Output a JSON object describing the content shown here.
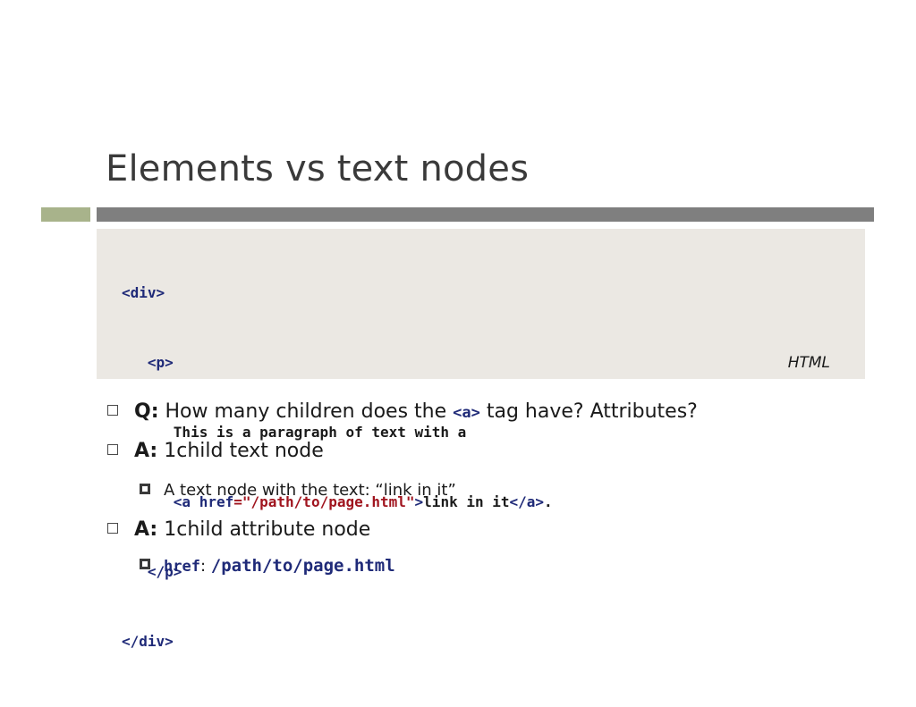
{
  "slide": {
    "title": "Elements vs text nodes"
  },
  "code": {
    "lines": {
      "l1": "<div>",
      "l2": "<p>",
      "l3": "This is a paragraph of text with a",
      "l4_open": "<a ",
      "l4_attr": "href",
      "l4_eq": "=",
      "l4_val": "\"/path/to/page.html\"",
      "l4_close": ">",
      "l4_text": "link in it",
      "l4_end": "</a>",
      "l4_dot": ".",
      "l5": "</p>",
      "l6": "</div>"
    },
    "language": "HTML"
  },
  "bullets": {
    "q_label": "Q:",
    "q_pre": "How many children does the",
    "q_code": "<a>",
    "q_post": "tag have? Attributes?",
    "a1_label": "A:",
    "a1_text": "1child text node",
    "a1_sub": "A text node with the text: “link in it”",
    "a2_label": "A:",
    "a2_text": "1child attribute node",
    "a2_sub_key": "href",
    "a2_sub_sep": ":",
    "a2_sub_val": "/path/to/page.html"
  },
  "colors": {
    "accent_bar": "#a8b38b",
    "rule_bar": "#7f7f7f",
    "code_background": "#ebe8e3",
    "code_tag": "#1f2a78",
    "code_string": "#a0141e"
  }
}
